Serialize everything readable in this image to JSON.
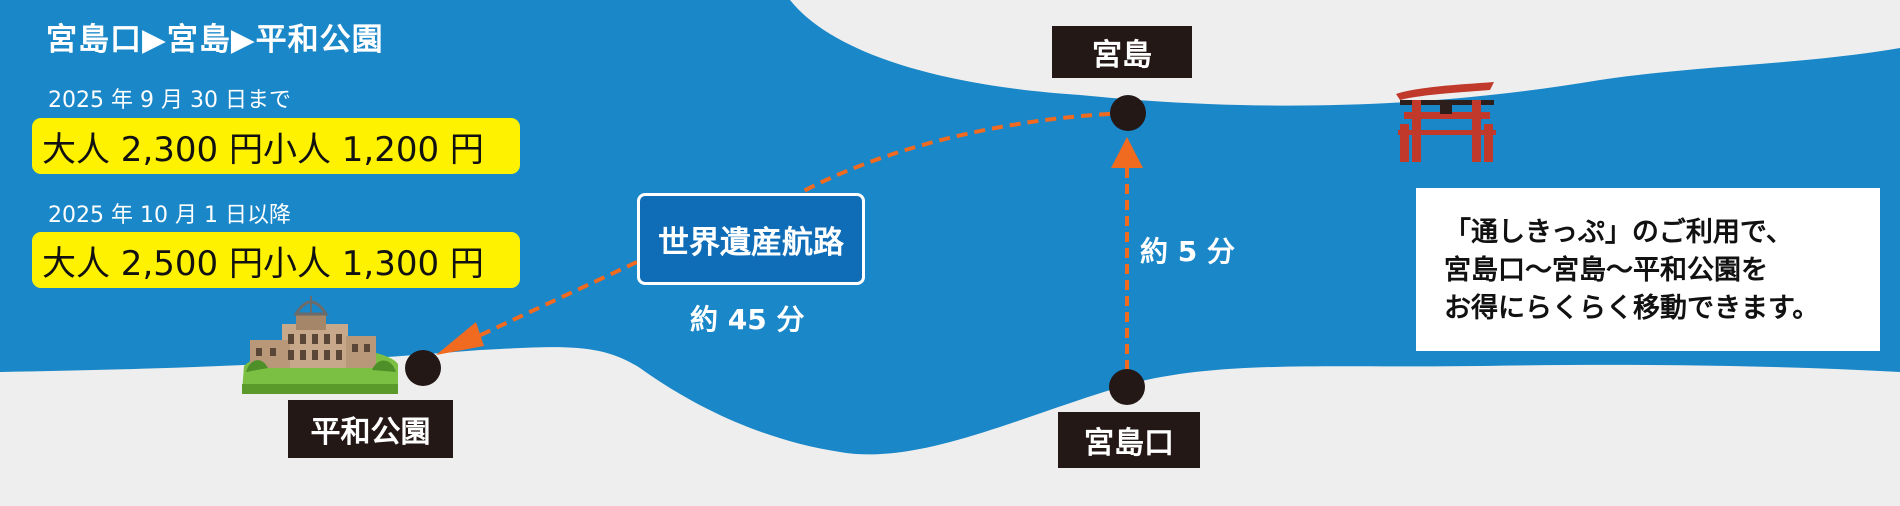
{
  "header": {
    "route_title": "宮島口▶宮島▶平和公園"
  },
  "fares": [
    {
      "period": "2025 年 9 月 30 日まで",
      "adult": "大人 2,300 円",
      "child": "小人 1,200 円"
    },
    {
      "period": "2025 年 10 月 1 日以降",
      "adult": "大人 2,500 円",
      "child": "小人 1,300 円"
    }
  ],
  "places": {
    "miyajima": "宮島",
    "miyajimaguchi": "宮島口",
    "peace_park": "平和公園"
  },
  "routes": {
    "world_heritage_route": "世界遺産航路",
    "ferry_duration": "約 45 分",
    "jr_ferry_duration": "約 5 分"
  },
  "info": {
    "line1": "「通しきっぷ」のご利用で、",
    "line2": "宮島口〜宮島〜平和公園を",
    "line3": "お得にらくらく移動できます。"
  },
  "colors": {
    "sea": "#1a87c8",
    "land": "#eeeeee",
    "fare_highlight": "#fff200",
    "route_line": "#f06a20",
    "label_bg": "#231815",
    "route_sign": "#0f6db8",
    "torii": "#c0392b"
  },
  "icons": [
    "atomic-bomb-dome-icon",
    "torii-gate-icon",
    "station-dot-icon",
    "arrow-head-icon"
  ]
}
